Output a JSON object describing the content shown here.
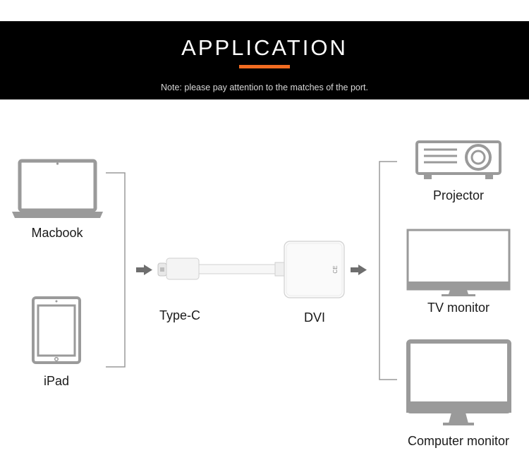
{
  "banner": {
    "title": "APPLICATION",
    "note": "Note: please pay attention to the matches of the port.",
    "accent_color": "#f36c21"
  },
  "sources": [
    {
      "label": "Macbook",
      "icon": "laptop-icon"
    },
    {
      "label": "iPad",
      "icon": "tablet-icon"
    }
  ],
  "adapter": {
    "input_label": "Type-C",
    "output_label": "DVI",
    "marks": "CE"
  },
  "displays": [
    {
      "label": "Projector",
      "icon": "projector-icon"
    },
    {
      "label": "TV monitor",
      "icon": "tv-icon"
    },
    {
      "label": "Computer monitor",
      "icon": "monitor-icon"
    }
  ],
  "colors": {
    "device_gray": "#9a9a9a",
    "arrow_gray": "#6e6e6e"
  }
}
